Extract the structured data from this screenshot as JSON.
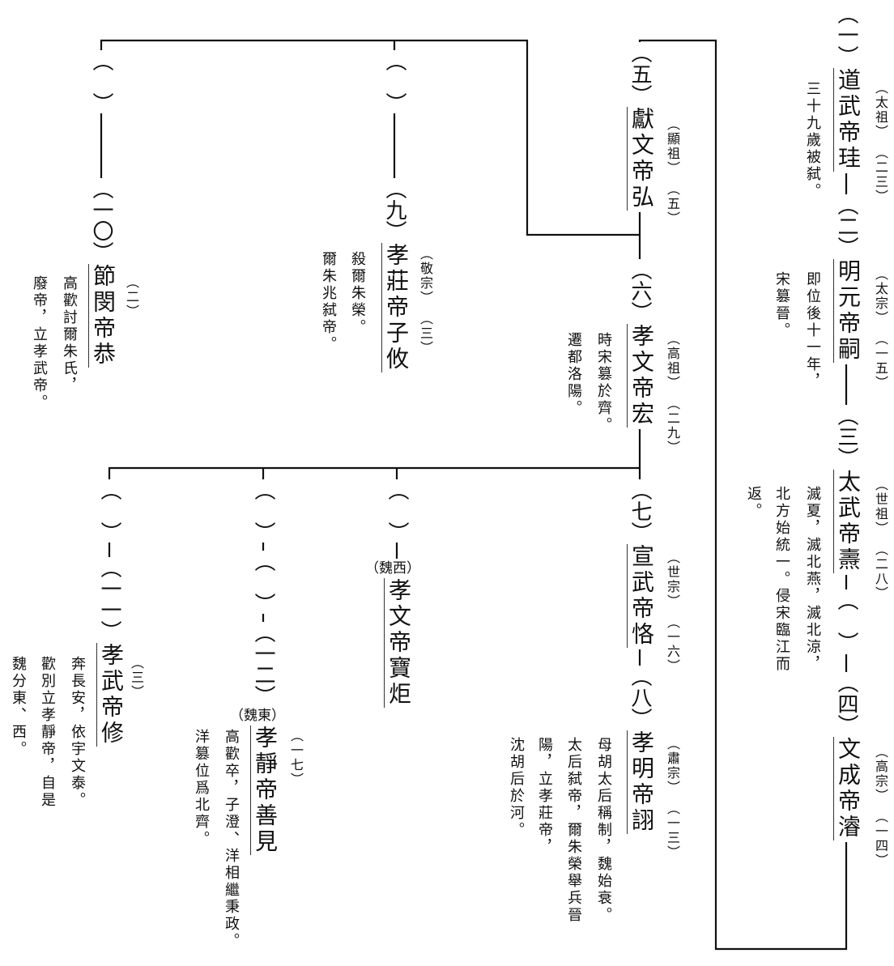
{
  "blank_paren": "（　）",
  "emperors": [
    {
      "ordinal": "（一）",
      "title": "道武帝",
      "name": "珪",
      "temple": "（太祖）",
      "years": "（二三）",
      "notes": [
        "三十九歲被弑。"
      ]
    },
    {
      "ordinal": "（二）",
      "title": "明元帝",
      "name": "嗣",
      "temple": "（太宗）",
      "years": "（一五）",
      "notes": [
        "即位後十一年，",
        "宋篡晉。"
      ]
    },
    {
      "ordinal": "（三）",
      "title": "太武帝",
      "name": "燾",
      "temple": "（世祖）",
      "years": "（二八）",
      "notes": [
        "滅夏，滅北燕，滅北涼，",
        "北方始統一。侵宋臨江而",
        "返。"
      ]
    },
    {
      "ordinal": "（四）",
      "title": "文成帝",
      "name": "濬",
      "temple": "（高宗）",
      "years": "（一四）",
      "notes": []
    },
    {
      "ordinal": "（五）",
      "title": "獻文帝",
      "name": "弘",
      "temple": "（顯祖）",
      "years": "（五）",
      "notes": []
    },
    {
      "ordinal": "（六）",
      "title": "孝文帝",
      "name": "宏",
      "temple": "（高祖）",
      "years": "（二九）",
      "notes": [
        "時宋篡於齊。",
        "遷都洛陽。"
      ]
    },
    {
      "ordinal": "（七）",
      "title": "宣武帝",
      "name": "恪",
      "temple": "（世宗）",
      "years": "（一六）",
      "notes": []
    },
    {
      "ordinal": "（八）",
      "title": "孝明帝",
      "name": "詡",
      "temple": "（肅宗）",
      "years": "（一三）",
      "notes": [
        "母胡太后稱制，魏始衰。",
        "太后弑帝，爾朱榮舉兵晉",
        "陽，立孝莊帝，",
        "沈胡后於河。"
      ]
    },
    {
      "ordinal": "（九）",
      "title": "孝莊帝",
      "name": "子攸",
      "temple": "（敬宗）",
      "years": "（三）",
      "notes": [
        "殺爾朱榮。",
        "爾朱兆弑帝。"
      ]
    },
    {
      "ordinal": "（一〇）",
      "title": "節閔帝",
      "name": "恭",
      "years": "（二）",
      "notes": [
        "高歡討爾朱氏，",
        "廢帝，立孝武帝。"
      ]
    },
    {
      "ordinal": "（一一）",
      "title": "孝武帝",
      "name": "修",
      "years": "（三）",
      "notes": [
        "奔長安，依宇文泰。",
        "歡別立孝靜帝，自是",
        "魏分東、西。"
      ]
    },
    {
      "ordinal": "（一二）",
      "dynasty": "（魏東）",
      "title": "孝靜帝",
      "name": "善見",
      "years": "（一七）",
      "notes": [
        "高歡卒，子澄、洋相繼秉政。",
        "洋篡位爲北齊。"
      ]
    },
    {
      "dynasty": "（魏西）",
      "title": "孝文帝",
      "name": "寶炬"
    }
  ]
}
